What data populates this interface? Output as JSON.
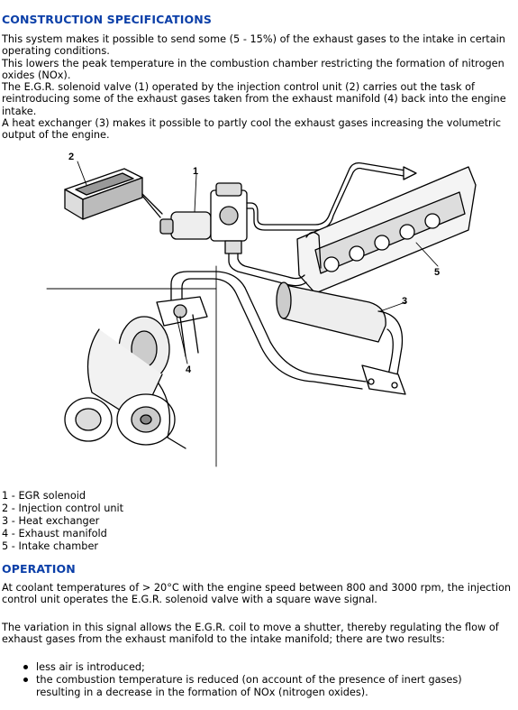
{
  "construction": {
    "heading": "CONSTRUCTION SPECIFICATIONS",
    "p1": "This system makes it possible to send some (5 - 15%) of the exhaust gases to the intake in certain operating conditions.",
    "p2": "This lowers the peak temperature in the combustion chamber restricting the formation of nitrogen oxides (NOx).",
    "p3": "The E.G.R. solenoid valve (1) operated by the injection control unit (2) carries out the task of reintroducing some of the exhaust gases taken from the exhaust manifold (4) back into the engine intake.",
    "p4": "A heat exchanger (3) makes it possible to partly cool the exhaust gases increasing the volumetric output of the engine."
  },
  "diagram": {
    "callouts": [
      "1",
      "2",
      "3",
      "4",
      "5"
    ]
  },
  "legend": [
    "1 - EGR solenoid",
    "2 - Injection control unit",
    "3 - Heat exchanger",
    "4 - Exhaust manifold",
    "5 - Intake chamber"
  ],
  "operation": {
    "heading": "OPERATION",
    "p1": "At coolant temperatures of > 20°C with the engine speed between 800 and 3000 rpm, the injection control unit operates the E.G.R. solenoid valve with a square wave signal.",
    "p2": "The variation in this signal allows the E.G.R. coil to move a shutter, thereby regulating the flow of exhaust gases from the exhaust manifold to the intake manifold; there are two results:",
    "bullets": [
      "less air is introduced;",
      "the combustion temperature is reduced (on account of the presence of inert gases) resulting in a decrease in the formation of NOx (nitrogen oxides)."
    ]
  }
}
